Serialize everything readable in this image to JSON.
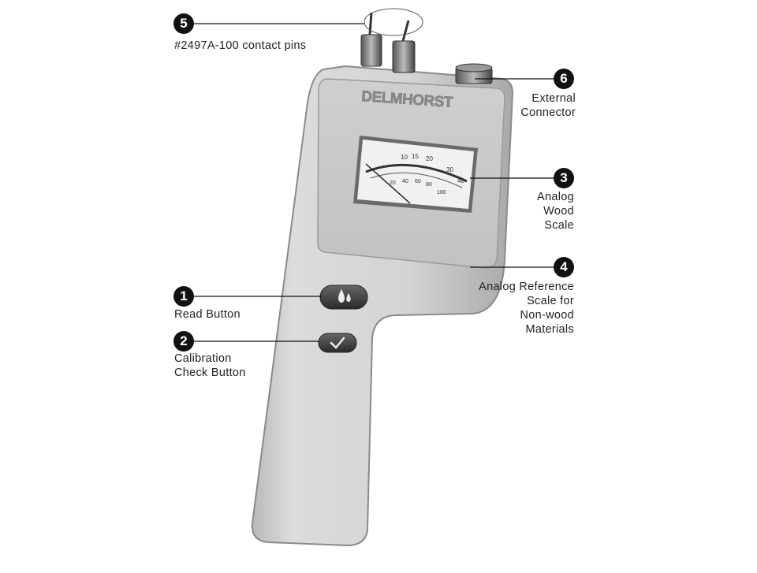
{
  "device": {
    "brand": "DELMHORST",
    "meter_scale_wood": [
      "10",
      "15",
      "20",
      "30",
      "40"
    ],
    "meter_scale_reference": [
      "20",
      "40",
      "60",
      "80",
      "100"
    ],
    "read_button_icon": "water-drops-icon",
    "check_button_icon": "checkmark-icon"
  },
  "callouts": [
    {
      "number": "1",
      "label": "Read Button"
    },
    {
      "number": "2",
      "label": "Calibration\nCheck Button"
    },
    {
      "number": "3",
      "label": "Analog\nWood\nScale"
    },
    {
      "number": "4",
      "label": "Analog Reference\nScale for\nNon-wood\nMaterials"
    },
    {
      "number": "5",
      "label": "#2497A-100 contact pins"
    },
    {
      "number": "6",
      "label": "External\nConnector"
    }
  ]
}
